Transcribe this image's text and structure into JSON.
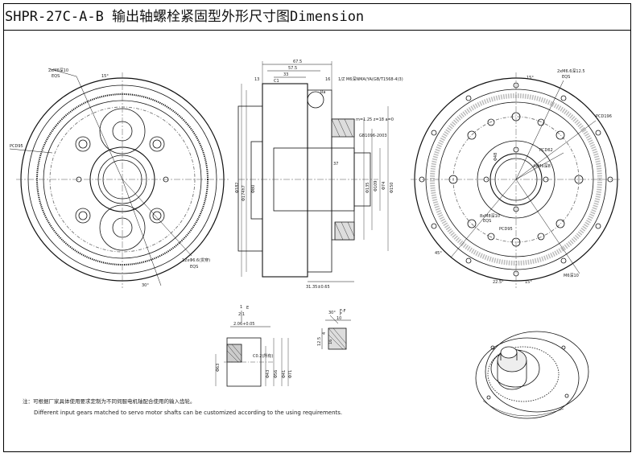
{
  "title": "SHPR-27C-A-B 输出轴螺栓紧固型外形尺寸图Dimension",
  "notes": {
    "chinese": "注：可根据厂家具体使用要求定制为不同伺服电机轴配合使用的输入齿轮。",
    "english": "Different input gears matched to servo motor shafts can be customized according to the using requirements."
  },
  "left_view": {
    "labels": {
      "hole_top": "2xM6深10",
      "eqs_top": "EQS",
      "angle_top": "15°",
      "pcd": "PCD95",
      "hole_bottom": "12xΦ6.6(贯穿)",
      "eqs_bottom": "EQS",
      "angle_bottom": "30°"
    }
  },
  "side_view": {
    "labels": {
      "len_total": "67.5",
      "len_a": "57.5",
      "len_b": "33",
      "len_c": "16",
      "len_d": "13",
      "chamfer": "C1",
      "ra": "Ra",
      "note_top": "1/Z M6深NMA(YA(GB/T1568-4)3)",
      "key": "m=1.25 z=18 a=0",
      "seal": "GB1096-2003",
      "dia_a": "Φ182",
      "dia_b": "Φ174h7",
      "dia_c": "Φ80",
      "dia_d": "Φ135",
      "dia_e": "Φ109",
      "dia_f": "Φ150",
      "dia_g": "Φ74",
      "bottom": "31.35±0.65",
      "len_mid": "37",
      "label_e": "E",
      "label_f": "F"
    }
  },
  "right_view": {
    "labels": {
      "hole_top": "2xM6.6深12.5",
      "eqs": "EQS",
      "angle_top": "15°",
      "pcd_a": "PCD196",
      "pcd_b": "PCD62",
      "hole_mid": "4xM6深8",
      "hole_inner": "8xM8深10",
      "eqs_inner": "EQS",
      "pcd_c": "PCD95",
      "angle_left": "45°",
      "angle_bottom": "22.5°",
      "angle_bottom2": "15°",
      "hole_bottom": "M6深10",
      "dia": "Φ48"
    }
  },
  "detail_e": {
    "labels": {
      "scale": "1",
      "ratio": "2:1",
      "dim_a": "2.06+0.05",
      "dim_b": "C0.2(所有)",
      "dia_a": "Φ63",
      "dia_b": "Φ43",
      "dia_c": "Φ56",
      "dia_d": "Φ41",
      "dia_e": "Φ71"
    }
  },
  "detail_f": {
    "labels": {
      "title": "F-F",
      "angle": "30°",
      "dim_a": "10",
      "dim_b": "4",
      "dim_c": "12.5",
      "dim_d": "16"
    }
  },
  "colors": {
    "line": "#111111",
    "centerline": "#555555",
    "hatch": "#222222"
  }
}
